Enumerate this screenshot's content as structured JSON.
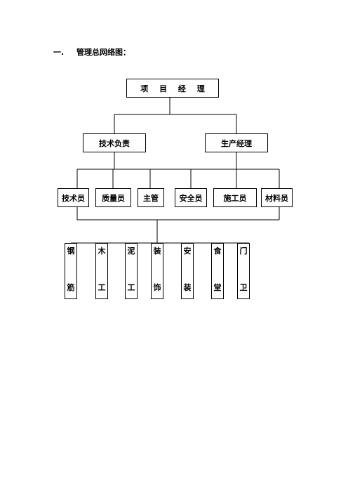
{
  "heading": {
    "number": "一.",
    "text": "管理总网络图："
  },
  "chart": {
    "top": "项 目 经 理",
    "second": [
      "技术负责",
      "生产经理"
    ],
    "third": [
      "技术员",
      "质量员",
      "主管",
      "安全员",
      "施工员",
      "材料员"
    ],
    "teams": [
      [
        "钢",
        "筋"
      ],
      [
        "木",
        "工"
      ],
      [
        "泥",
        "工"
      ],
      [
        "装",
        "饰"
      ],
      [
        "安",
        "装"
      ],
      [
        "食",
        "堂"
      ],
      [
        "门",
        "卫"
      ]
    ]
  }
}
